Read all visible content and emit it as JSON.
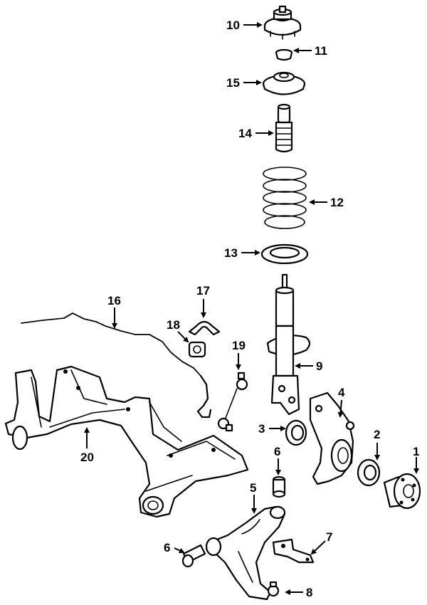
{
  "diagram": {
    "callouts": [
      {
        "id": "1",
        "label": "1"
      },
      {
        "id": "2",
        "label": "2"
      },
      {
        "id": "3",
        "label": "3"
      },
      {
        "id": "4",
        "label": "4"
      },
      {
        "id": "5",
        "label": "5"
      },
      {
        "id": "6a",
        "label": "6"
      },
      {
        "id": "6b",
        "label": "6"
      },
      {
        "id": "7",
        "label": "7"
      },
      {
        "id": "8",
        "label": "8"
      },
      {
        "id": "9",
        "label": "9"
      },
      {
        "id": "10",
        "label": "10"
      },
      {
        "id": "11",
        "label": "11"
      },
      {
        "id": "12",
        "label": "12"
      },
      {
        "id": "13",
        "label": "13"
      },
      {
        "id": "14",
        "label": "14"
      },
      {
        "id": "15",
        "label": "15"
      },
      {
        "id": "16",
        "label": "16"
      },
      {
        "id": "17",
        "label": "17"
      },
      {
        "id": "18",
        "label": "18"
      },
      {
        "id": "19",
        "label": "19"
      },
      {
        "id": "20",
        "label": "20"
      }
    ]
  },
  "colors": {
    "ink": "#000000",
    "background": "#ffffff"
  }
}
